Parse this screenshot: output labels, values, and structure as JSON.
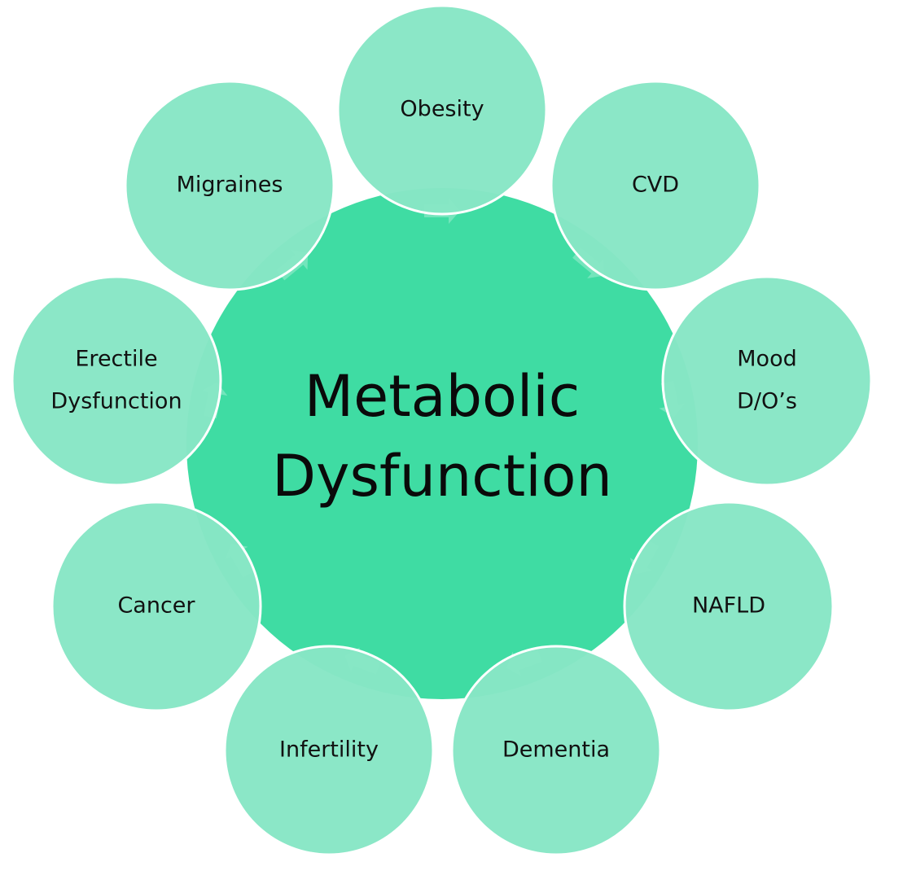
{
  "diagram": {
    "center": {
      "lines": [
        "Metabolic",
        "Dysfunction"
      ]
    },
    "nodes": [
      {
        "id": "obesity",
        "lines": [
          "Obesity"
        ]
      },
      {
        "id": "cvd",
        "lines": [
          "CVD"
        ]
      },
      {
        "id": "mood",
        "lines": [
          "Mood",
          "D/O’s"
        ]
      },
      {
        "id": "nafld",
        "lines": [
          "NAFLD"
        ]
      },
      {
        "id": "dementia",
        "lines": [
          "Dementia"
        ]
      },
      {
        "id": "infertility",
        "lines": [
          "Infertility"
        ]
      },
      {
        "id": "cancer",
        "lines": [
          "Cancer"
        ]
      },
      {
        "id": "erectile",
        "lines": [
          "Erectile",
          "Dysfunction"
        ]
      },
      {
        "id": "migraines",
        "lines": [
          "Migraines"
        ]
      }
    ]
  },
  "colors": {
    "center_fill": "#3fdca3",
    "node_fill": "#87e6c5",
    "node_stroke": "#ffffff",
    "text": "#111111"
  }
}
